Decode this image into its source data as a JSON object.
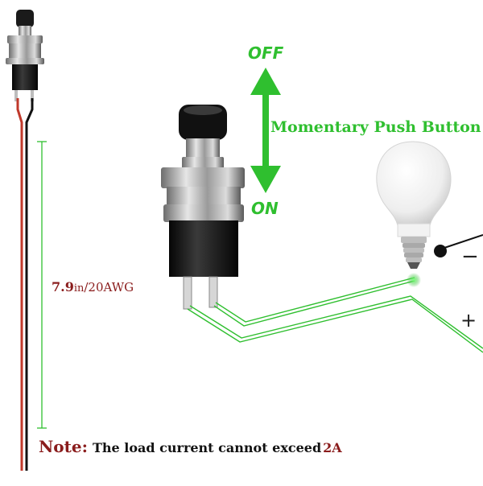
{
  "states": {
    "off": "OFF",
    "on": "ON"
  },
  "title": "Momentary  Push Button",
  "polarity": {
    "minus": "−",
    "plus": "+"
  },
  "wire": {
    "length_value": "7.9",
    "length_unit": "in",
    "gauge": "/20AWG"
  },
  "note": {
    "prefix": "Note:",
    "text": "The load current cannot exceed",
    "value": "2A"
  },
  "colors": {
    "accent_green": "#2fbf2f",
    "wire_red": "#c0392b",
    "wire_black": "#111111",
    "note_red": "#8a1c1c"
  },
  "icons": [
    "push-button-switch",
    "light-bulb",
    "double-arrow"
  ]
}
